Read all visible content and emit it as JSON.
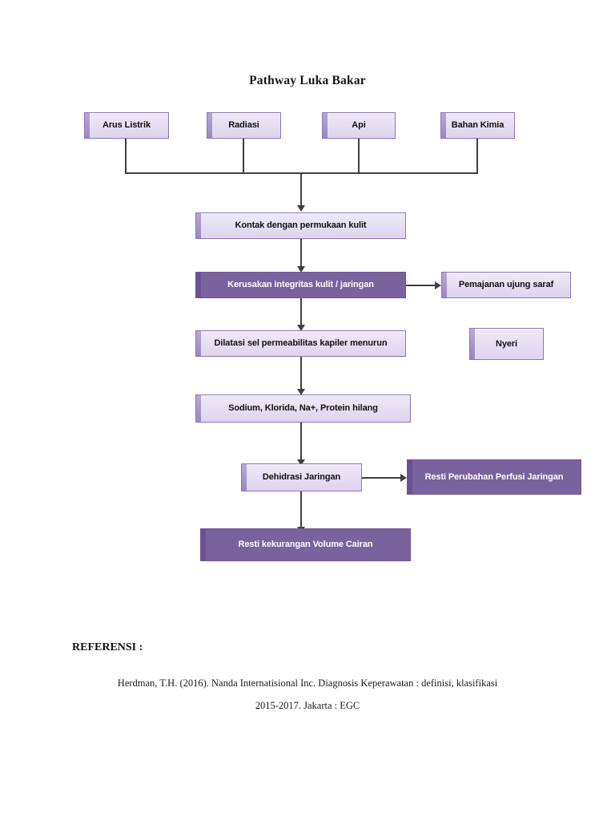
{
  "document": {
    "title": "Pathway Luka Bakar"
  },
  "flowchart": {
    "causes": [
      {
        "label": "Arus Listrik"
      },
      {
        "label": "Radiasi"
      },
      {
        "label": "Api"
      },
      {
        "label": "Bahan Kimia"
      }
    ],
    "main_chain": [
      {
        "label": "Kontak dengan permukaan kulit",
        "style": "light"
      },
      {
        "label": "Kerusakan integritas kulit / jaringan",
        "style": "dark"
      },
      {
        "label": "Dilatasi sel permeabilitas kapiler menurun",
        "style": "light"
      },
      {
        "label": "Sodium, Klorida, Na+, Protein hilang",
        "style": "light"
      },
      {
        "label": "Dehidrasi Jaringan",
        "style": "light"
      },
      {
        "label": "Resti kekurangan Volume Cairan",
        "style": "dark"
      }
    ],
    "branches": [
      {
        "label": "Pemajanan ujung saraf",
        "style": "light"
      },
      {
        "label": "Nyeri",
        "style": "light"
      },
      {
        "label": "Resti Perubahan Perfusi Jaringan",
        "style": "dark"
      }
    ]
  },
  "reference": {
    "heading": "REFERENSI :",
    "line1": "Herdman, T.H. (2016). Nanda Internatisional Inc. Diagnosis Keperawatan : definisi, klasifikasi",
    "line2": "2015-2017. Jakarta : EGC"
  },
  "colors": {
    "light_box_fill": "#e7e0f3",
    "light_box_border": "#8a76b5",
    "dark_box_fill": "#7a629e",
    "connector": "#404040",
    "text_dark": "#111111",
    "text_light": "#ffffff"
  }
}
